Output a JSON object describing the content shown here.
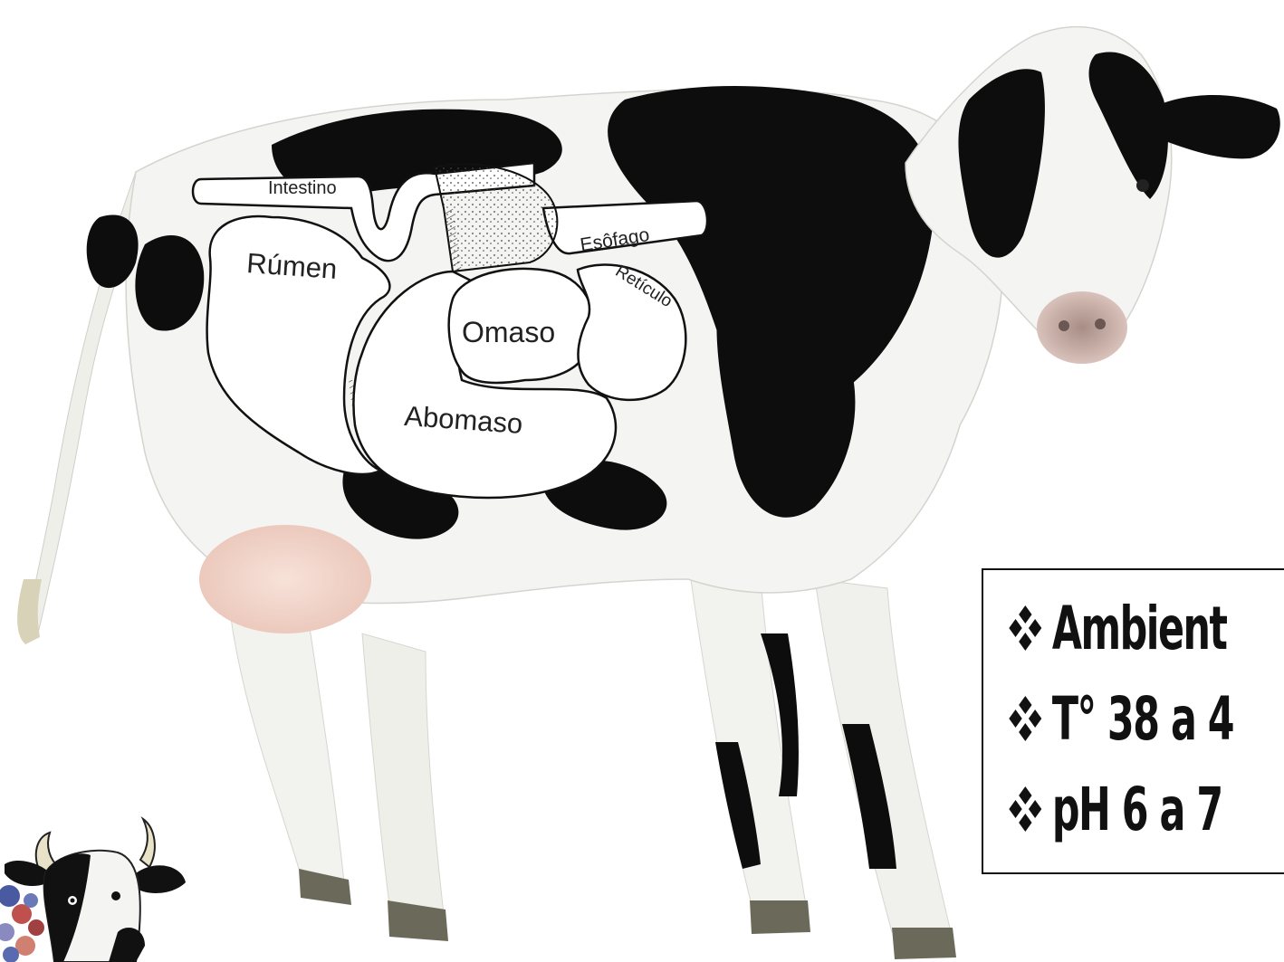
{
  "diagram": {
    "organs": {
      "intestino": "Intestino",
      "rumen": "Rúmen",
      "esofago": "Esôfago",
      "reticulo": "Retículo",
      "omaso": "Omaso",
      "abomaso": "Abomaso"
    }
  },
  "info_box": {
    "lines": [
      "Ambient",
      "T° 38 a 4",
      "pH 6 a 7"
    ],
    "bullet_icon": "four-diamond-icon"
  },
  "colors": {
    "cow_black": "#0d0d0d",
    "cow_white": "#f4f4f2",
    "udder_pink": "#f3d6cc",
    "diagram_fill": "#ffffff",
    "diagram_stroke": "#111111",
    "hoof": "#6b6a5a"
  }
}
